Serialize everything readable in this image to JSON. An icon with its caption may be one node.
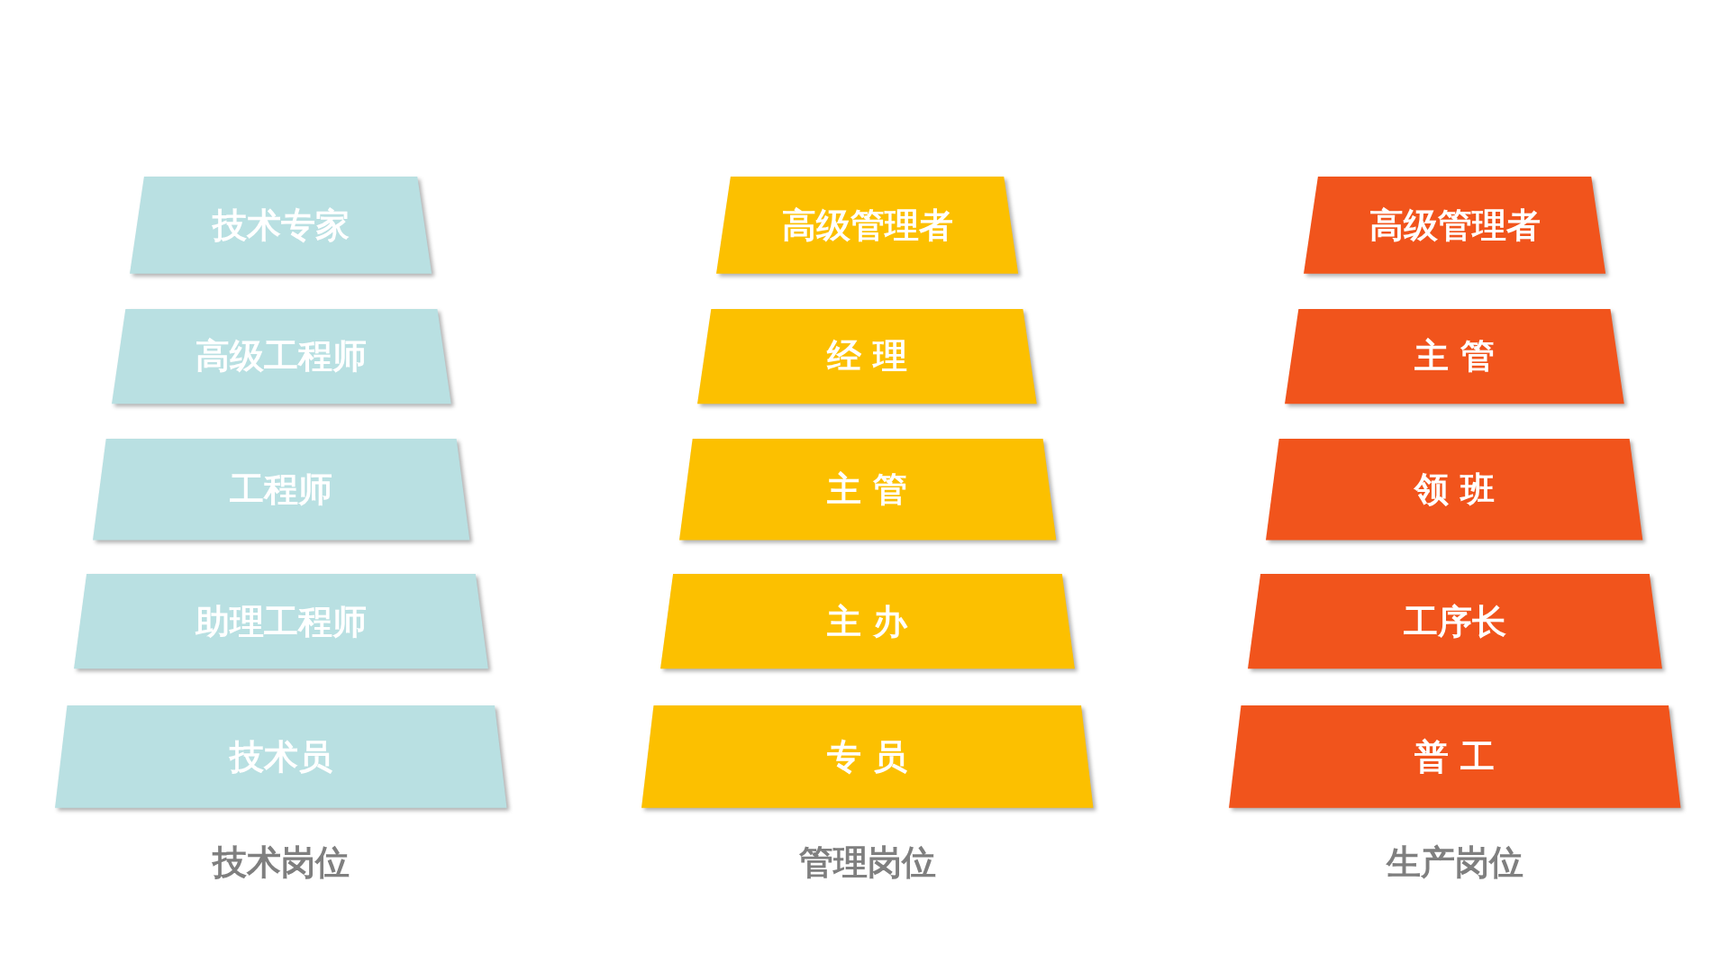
{
  "diagram": {
    "nodes": [
      {
        "text": [
          "技术专家"
        ]
      },
      {
        "text": [
          "高级工程师"
        ]
      },
      {
        "text": [
          "工程师"
        ]
      },
      {
        "text": [
          "助理工程师"
        ]
      },
      {
        "text": [
          "技术员"
        ]
      },
      {
        "text": [
          "高级管理者"
        ]
      },
      {
        "text": [
          "经 理"
        ]
      },
      {
        "text": [
          "主 管"
        ]
      },
      {
        "text": [
          "主 办"
        ]
      },
      {
        "text": [
          "专 员"
        ]
      },
      {
        "text": [
          "高级管理者"
        ]
      },
      {
        "text": [
          "主 管"
        ]
      },
      {
        "text": [
          "领 班"
        ]
      },
      {
        "text": [
          "工序长"
        ]
      },
      {
        "text": [
          "普 工"
        ]
      }
    ],
    "labels": [
      "技术岗位",
      "管理岗位",
      "生产岗位"
    ]
  }
}
